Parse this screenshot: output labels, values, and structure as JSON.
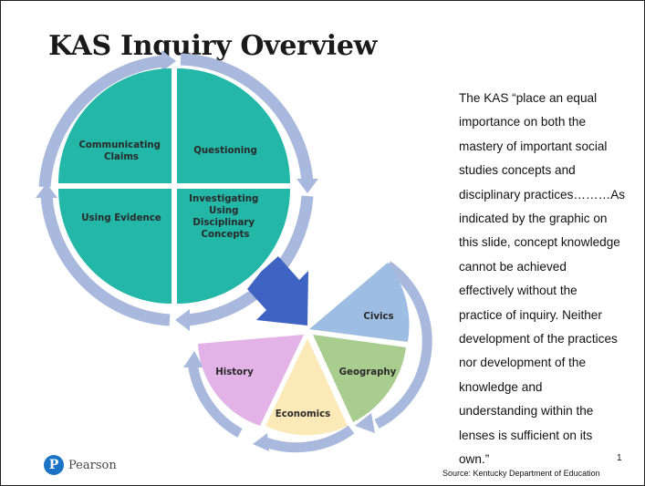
{
  "slide": {
    "title": "KAS Inquiry Overview",
    "quote_lines": [
      "The KAS “place an equal",
      "importance on both the",
      "mastery of important social",
      "studies concepts and",
      "disciplinary practices………As",
      "indicated by the graphic on",
      "this slide, concept knowledge",
      "cannot be achieved",
      "effectively without the",
      "practice of inquiry. Neither",
      "development of the practices",
      "nor development of the",
      "knowledge and",
      "understanding  within  the",
      "lenses  is  sufficient  on  its",
      "own.”"
    ],
    "source": "Source: Kentucky Department of Education",
    "page_number": "1",
    "logo": {
      "initial": "P",
      "wordmark": "Pearson"
    }
  },
  "inquiry_cycle": {
    "quadrants": [
      {
        "label_lines": [
          "Communicating",
          "Claims"
        ]
      },
      {
        "label_lines": [
          "Questioning"
        ]
      },
      {
        "label_lines": [
          "Using Evidence"
        ]
      },
      {
        "label_lines": [
          "Investigating",
          "Using",
          "Disciplinary",
          "Concepts"
        ]
      }
    ]
  },
  "lenses": [
    {
      "label": "Civics"
    },
    {
      "label": "Geography"
    },
    {
      "label": "Economics"
    },
    {
      "label": "History"
    }
  ],
  "colors": {
    "teal": "#23b7a8",
    "ring": "#a9b8dd",
    "arrow": "#3f63c2",
    "civics": "#9dbde2",
    "geography": "#a9cc8f",
    "economics": "#fce9b8",
    "history": "#e3b3e8"
  }
}
